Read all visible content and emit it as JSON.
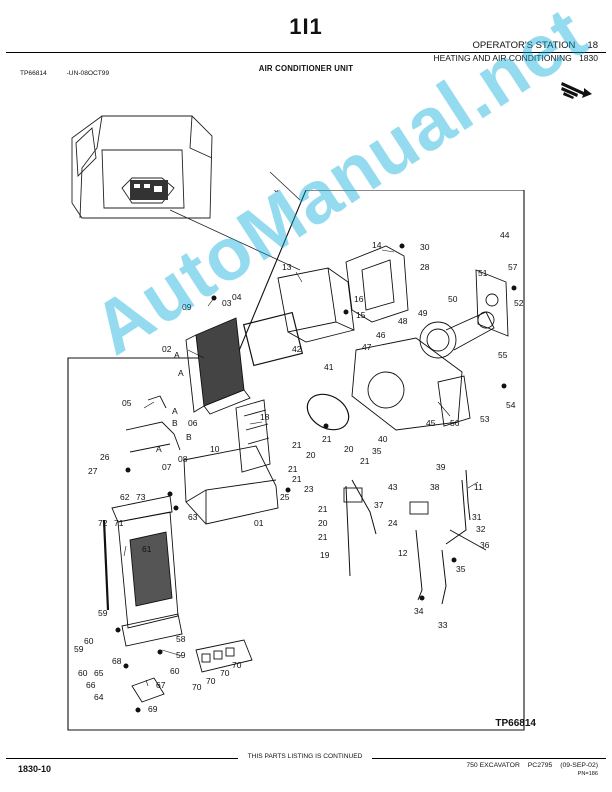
{
  "header": {
    "page_code": "1I1",
    "section": "OPERATOR'S STATION",
    "section_number": "18",
    "subsection": "HEATING AND AIR CONDITIONING",
    "subsection_number": "1830",
    "title": "AIR CONDITIONER UNIT",
    "tp_ref": "TP66814",
    "tp_code": "-UN-08OCT99"
  },
  "diagram": {
    "ref": "TP66814",
    "callouts": [
      "0",
      "01",
      "02",
      "03",
      "04",
      "05",
      "06",
      "07",
      "08",
      "09",
      "10",
      "11",
      "12",
      "13",
      "14",
      "15",
      "16",
      "18",
      "19",
      "20",
      "21",
      "23",
      "24",
      "25",
      "26",
      "27",
      "28",
      "30",
      "31",
      "32",
      "33",
      "34",
      "35",
      "36",
      "37",
      "38",
      "39",
      "40",
      "41",
      "42",
      "43",
      "44",
      "45",
      "46",
      "47",
      "48",
      "49",
      "50",
      "51",
      "52",
      "53",
      "54",
      "55",
      "56",
      "57",
      "58",
      "59",
      "60",
      "61",
      "62",
      "63",
      "64",
      "65",
      "66",
      "67",
      "68",
      "69",
      "70",
      "71",
      "72",
      "73",
      "A",
      "B"
    ]
  },
  "watermark": "AutoManual.net",
  "footer": {
    "page_number": "1830-10",
    "continued": "THIS PARTS LISTING IS CONTINUED",
    "model": "750 EXCAVATOR",
    "catalog": "PC2795",
    "date": "(09-SEP-02)",
    "pn": "PN=186"
  },
  "colors": {
    "watermark": "#00aadc",
    "ink": "#111111"
  }
}
